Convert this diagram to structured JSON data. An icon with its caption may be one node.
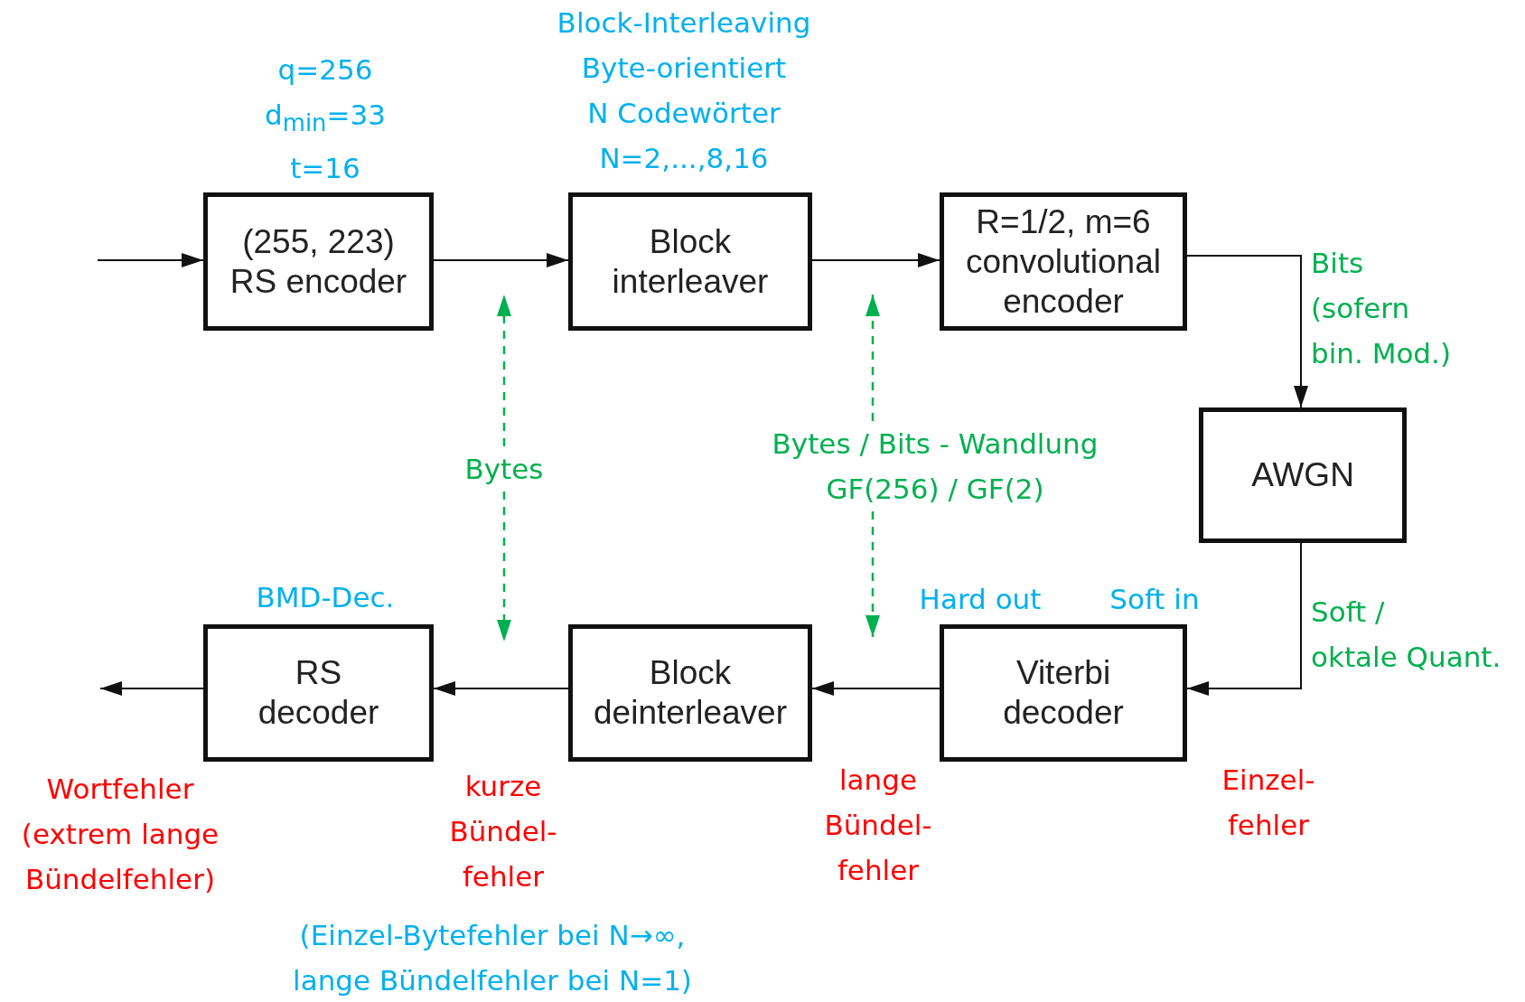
{
  "diagram": {
    "nodes": [
      {
        "text": [
          "(255, 223) RS encoder"
        ],
        "beside": [
          "q=256 d$_{min}$=33 t=16"
        ]
      },
      {
        "text": [
          "Block interleaver"
        ],
        "beside": [
          "Block-Interleaving Byte-orientiert N Codewörter N=2,...,8,16"
        ]
      },
      {
        "text": [
          "R=1/2, m=6 convolutional encoder"
        ]
      },
      {
        "text": [
          "AWGN"
        ]
      },
      {
        "text": [
          "Viterbi decoder"
        ],
        "beside": [
          "Hard out",
          "Soft in"
        ]
      },
      {
        "text": [
          "Block deinterleaver"
        ]
      },
      {
        "text": [
          "RS decoder"
        ],
        "beside": [
          "BMD-Dec."
        ]
      },
      {
        "text": [
          "Bytes"
        ]
      },
      {
        "text": [
          "Bytes / Bits - Wandlung GF(256) / GF(2)"
        ]
      }
    ],
    "edges": [
      {
        "from": null,
        "to": 0,
        "arrow": "to"
      },
      {
        "from": 0,
        "to": 1,
        "arrow": "to"
      },
      {
        "from": 1,
        "to": 2,
        "arrow": "to"
      },
      {
        "from": 2,
        "to": 3,
        "arrow": "to",
        "label": "Bits (sofern bin. Mod.)"
      },
      {
        "from": 3,
        "to": 4,
        "arrow": "to",
        "label": "Soft / oktale Quant."
      },
      {
        "from": 4,
        "to": 5,
        "arrow": "to",
        "label": "lange Bündel- fehler"
      },
      {
        "from": 5,
        "to": 6,
        "arrow": "to",
        "label": "kurze Bündel- fehler"
      },
      {
        "from": 6,
        "to": null,
        "arrow": "to",
        "label": "Wortfehler (extrem lange Bündelfehler)"
      },
      {
        "from": 7,
        "to": null,
        "arrow": "to",
        "style": "dashed",
        "color": "#00b050"
      },
      {
        "from": 7,
        "to": null,
        "arrow": "to",
        "style": "dashed",
        "color": "#00b050"
      },
      {
        "from": 8,
        "to": null,
        "arrow": "to",
        "style": "dashed",
        "color": "#00b050"
      },
      {
        "from": 8,
        "to": null,
        "arrow": "to",
        "style": "dashed",
        "color": "#00b050"
      }
    ],
    "labels": [
      "Einzel- fehler",
      "(Einzel-Bytefehler bei N→∞, lange Bündelfehler bei N=1)"
    ]
  }
}
